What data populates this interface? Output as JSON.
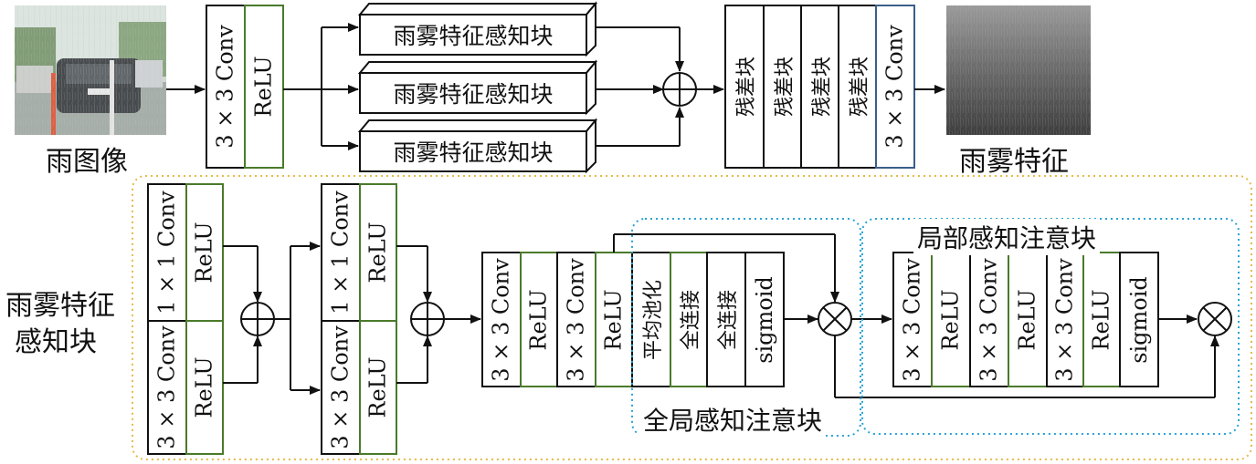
{
  "top": {
    "input_caption": "雨图像",
    "output_caption": "雨雾特征",
    "conv": "3 × 3 Conv",
    "relu": "ReLU",
    "perception_block": "雨雾特征感知块",
    "residual_block": "残差块",
    "final_conv": "3 × 3 Conv"
  },
  "bottom": {
    "section_title_line1": "雨雾特征",
    "section_title_line2": "感知块",
    "conv1x1": "1 × 1 Conv",
    "conv3x3": "3 × 3 Conv",
    "relu": "ReLU",
    "avgpool": "平均池化",
    "fc": "全连接",
    "sigmoid": "sigmoid",
    "global_attention": "全局感知注意块",
    "local_attention": "局部感知注意块"
  },
  "colors": {
    "green_border": "#4a7a2a",
    "blue_border": "#3a5f8a",
    "dotted_orange": "#e8b94a",
    "dotted_blue": "#29a3d6"
  }
}
